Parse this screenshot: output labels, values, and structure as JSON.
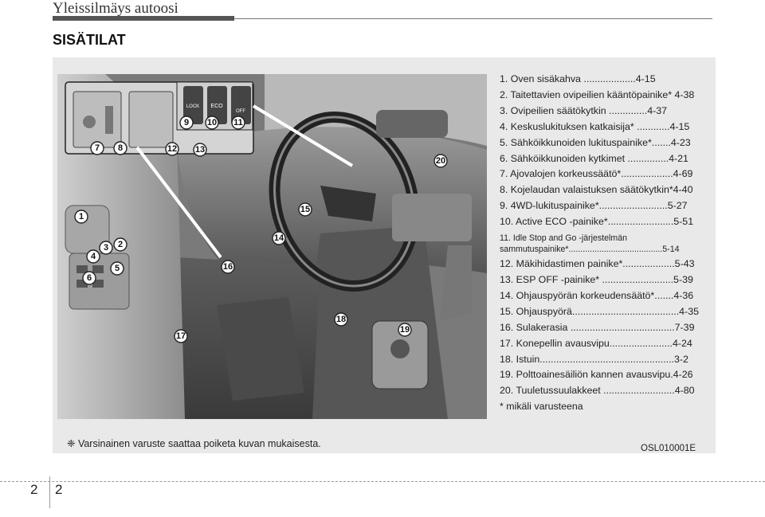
{
  "header": {
    "title": "Yleissilmäys autoosi"
  },
  "section": {
    "title": "SISÄTILAT"
  },
  "illustration": {
    "button_icons": [
      "lock-icon",
      "eco-icon",
      "idle-stop-icon"
    ],
    "button_labels": {
      "lock": "LOCK",
      "eco": "ECO",
      "off": "OFF"
    },
    "callouts": [
      "1",
      "2",
      "3",
      "4",
      "5",
      "6",
      "7",
      "8",
      "9",
      "10",
      "11",
      "12",
      "13",
      "14",
      "15",
      "16",
      "17",
      "18",
      "19",
      "20"
    ]
  },
  "legend": {
    "items": [
      "1. Oven sisäkahva ...................4-15",
      "2. Taitettavien ovipeilien kääntöpainike* 4-38",
      "3. Ovipeilien säätökytkin ..............4-37",
      "4. Keskuslukituksen katkaisija* ............4-15",
      "5. Sähköikkunoiden lukituspainike*.......4-23",
      "6. Sähköikkunoiden kytkimet ...............4-21",
      "7. Ajovalojen korkeussäätö*...................4-69",
      "8. Kojelaudan valaistuksen säätökytkin*4-40",
      "9. 4WD-lukituspainike*.........................5-27",
      "10. Active ECO -painike*........................5-51",
      "11. Idle Stop and Go -järjestelmän sammutuspainike*........................................5-14",
      "12. Mäkihidastimen painike*...................5-43",
      "13. ESP OFF -painike* ..........................5-39",
      "14. Ohjauspyörän korkeudensäätö*.......4-36",
      "15. Ohjauspyörä.......................................4-35",
      "16. Sulakerasia ......................................7-39",
      "17. Konepellin avausvipu.......................4-24",
      "18. Istuin.................................................3-2",
      "19. Polttoainesäiliön kannen avausvipu.4-26",
      "20. Tuuletussuulakkeet ..........................4-80"
    ],
    "note": "* mikäli varusteena"
  },
  "footer": {
    "disclaimer": "❈ Varsinainen varuste saattaa poiketa kuvan mukaisesta.",
    "image_code": "OSL010001E",
    "page_a": "2",
    "page_b": "2"
  }
}
